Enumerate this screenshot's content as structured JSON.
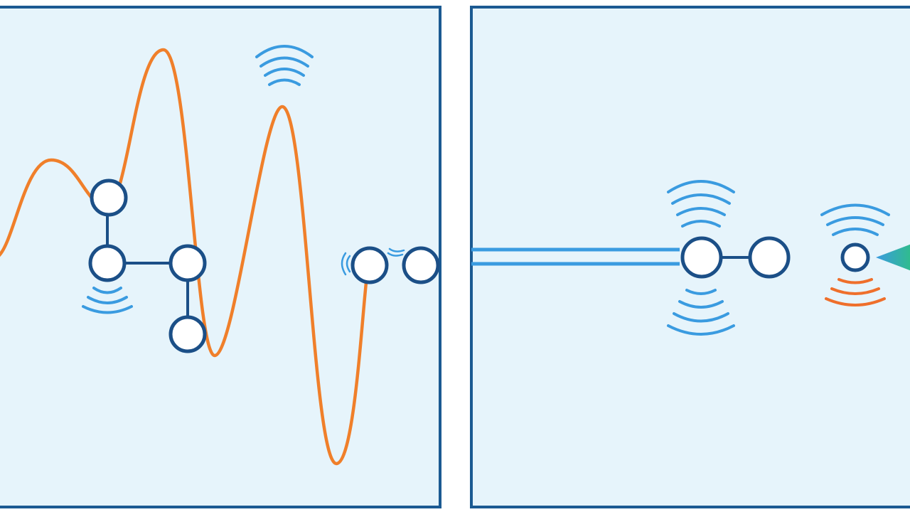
{
  "diagram": {
    "left_panel": {
      "nodes": [
        "n1",
        "n2",
        "n3",
        "n4",
        "n5",
        "n6"
      ],
      "edges": [
        [
          "n1",
          "n2"
        ],
        [
          "n2",
          "n3"
        ],
        [
          "n3",
          "n4"
        ]
      ],
      "wave": "oscillating-wave"
    },
    "right_panel": {
      "nodes": [
        "m1",
        "m2",
        "m3"
      ],
      "edges": [
        [
          "m1",
          "m2"
        ]
      ],
      "beam": "double-line-beam",
      "emitter": "cone-emitter"
    }
  },
  "colors": {
    "background": "#ffffff",
    "panel_fill": "#e6f4fb",
    "panel_border": "#1b5a92",
    "node_stroke": "#1b4f87",
    "node_fill": "#ffffff",
    "wave": "#f07f2a",
    "signal_blue": "#3a9be0",
    "signal_orange": "#ef6f2b",
    "emitter_green": "#2ec27e"
  }
}
